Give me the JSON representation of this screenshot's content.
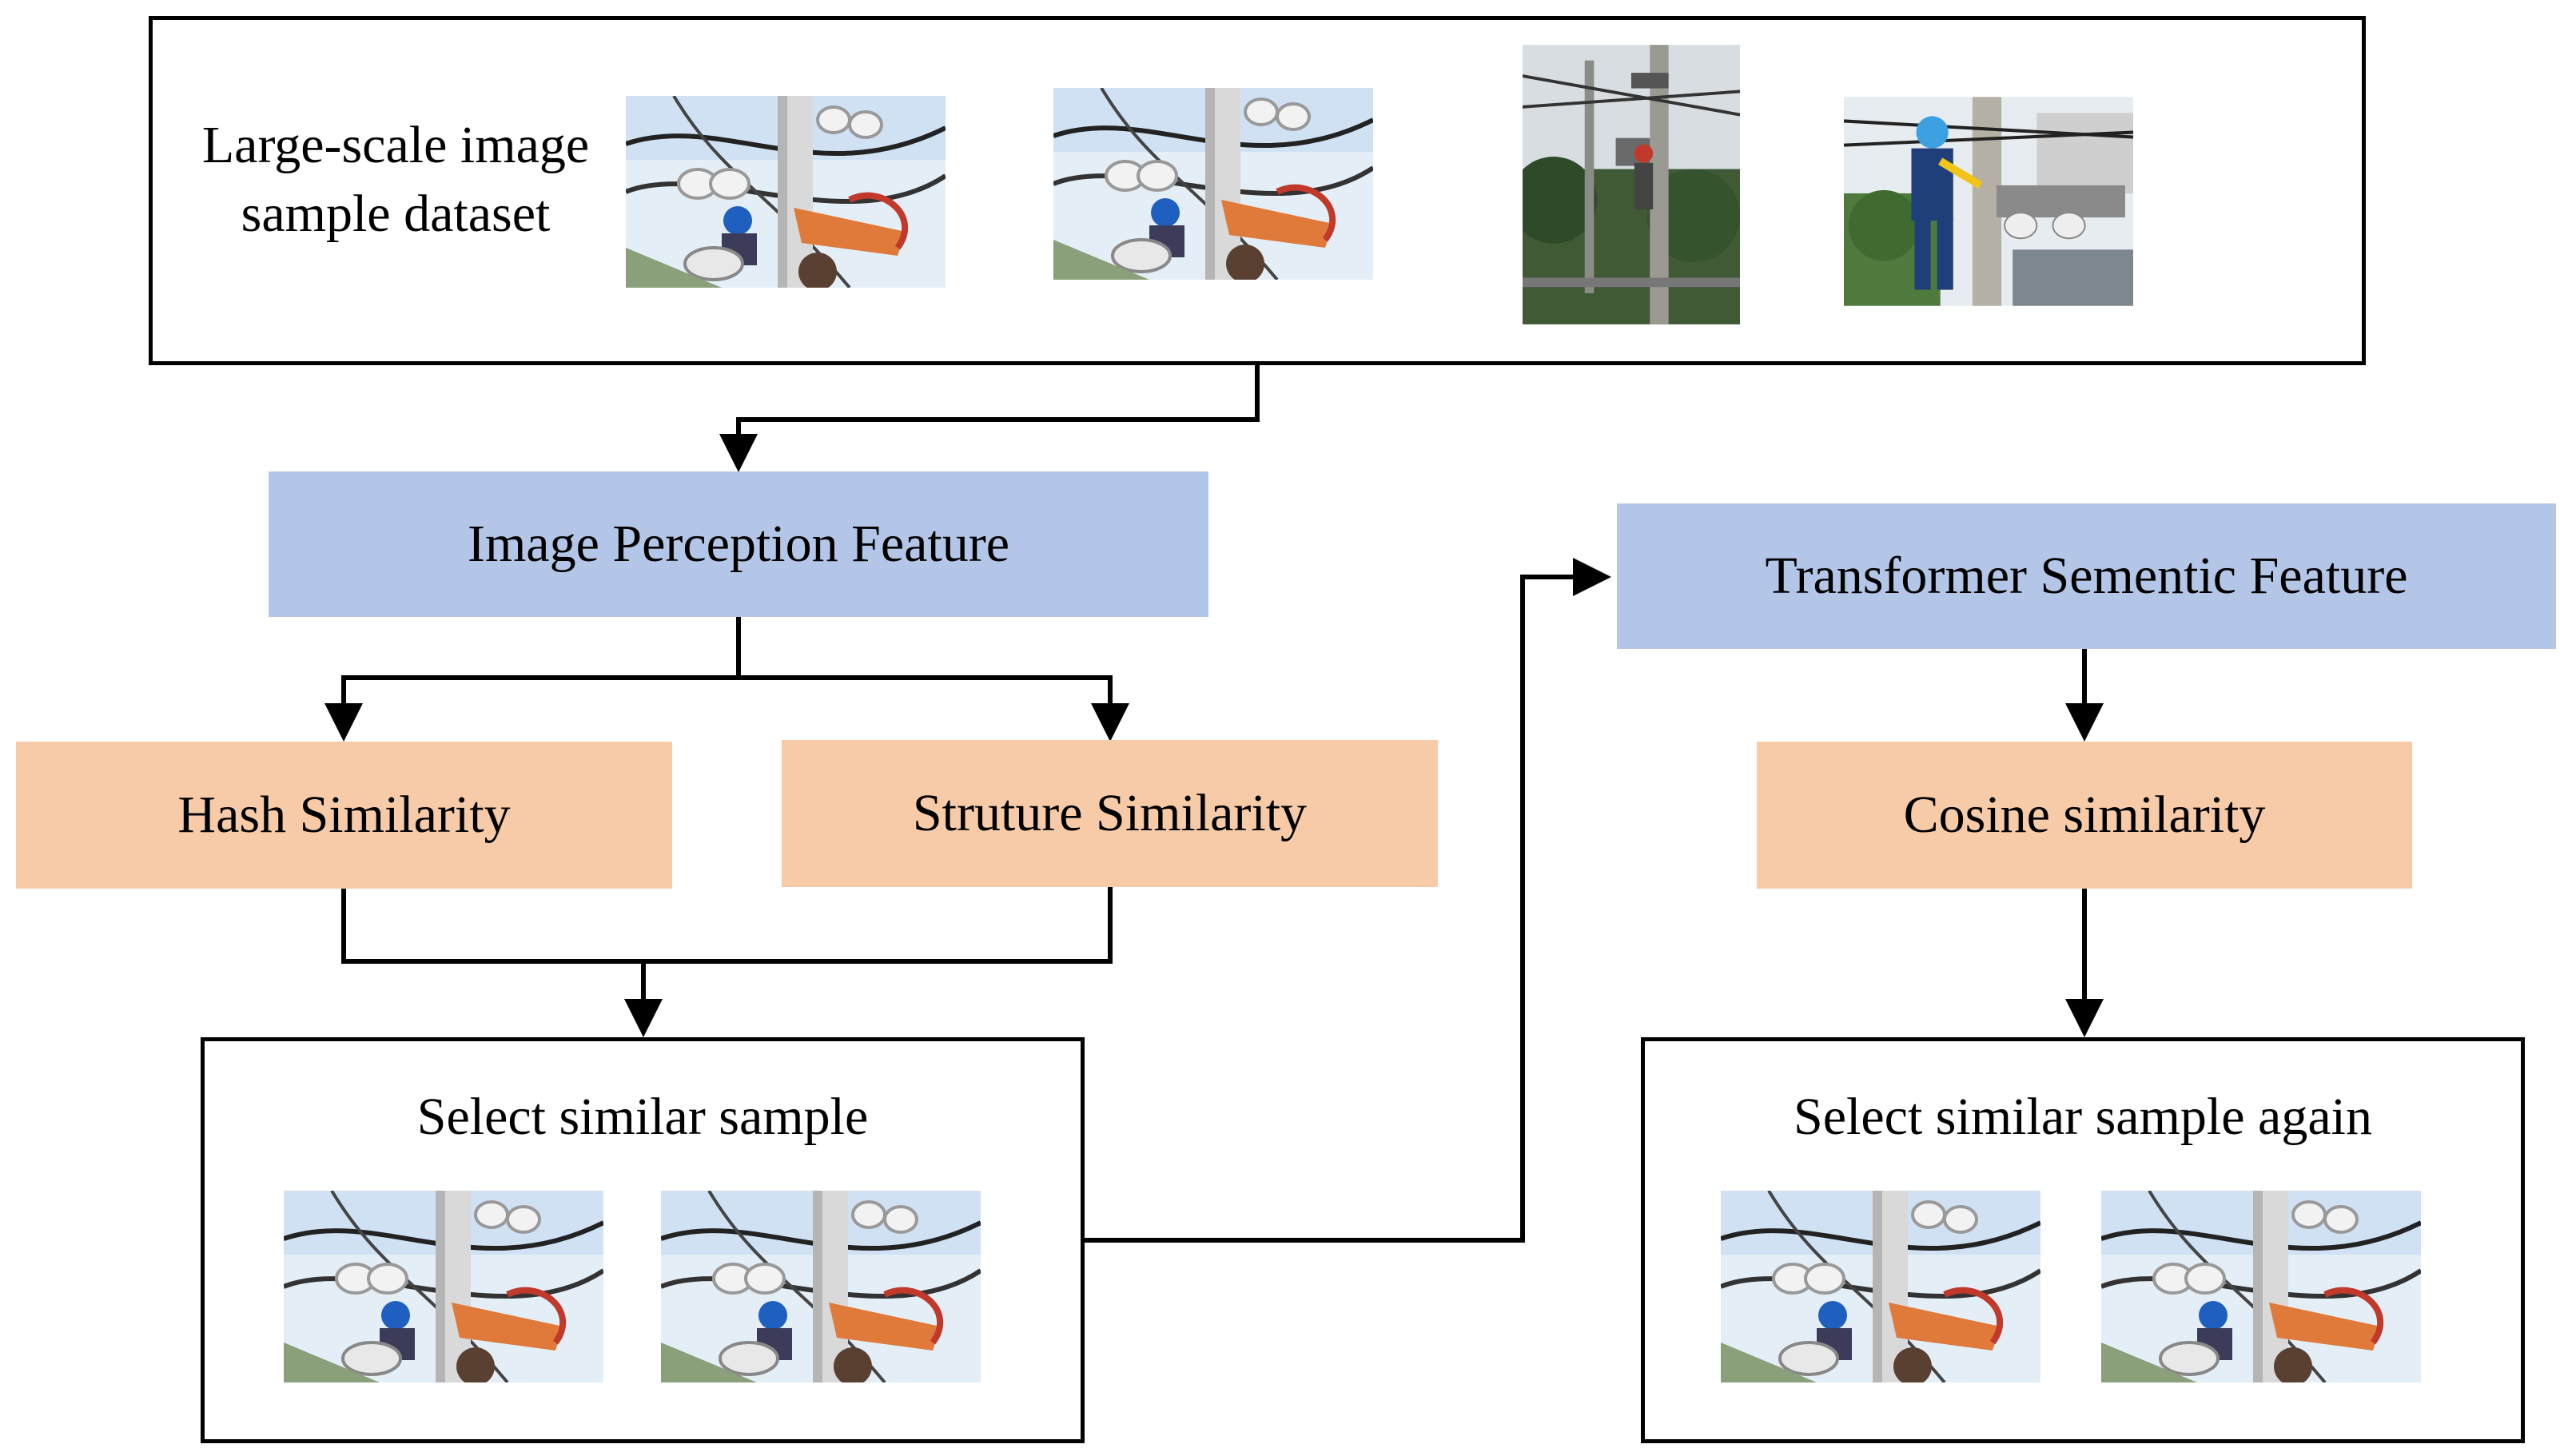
{
  "dataset": {
    "title_line1": "Large-scale image",
    "title_line2": "sample dataset",
    "images": [
      {
        "icon": "pole-insulator-worker-photo"
      },
      {
        "icon": "pole-insulator-worker-photo"
      },
      {
        "icon": "utility-pole-climber-photo"
      },
      {
        "icon": "lineman-on-pole-photo"
      }
    ]
  },
  "image_perception_feature": "Image Perception Feature",
  "hash_similarity": "Hash Similarity",
  "structure_similarity": "Struture Similarity",
  "select_similar_sample": {
    "title": "Select similar sample",
    "images": [
      {
        "icon": "pole-insulator-worker-photo"
      },
      {
        "icon": "pole-insulator-worker-photo"
      }
    ]
  },
  "transformer_semantic_feature": "Transformer Sementic Feature",
  "cosine_similarity": "Cosine similarity",
  "select_similar_sample_again": {
    "title": "Select similar sample again",
    "images": [
      {
        "icon": "pole-insulator-worker-photo"
      },
      {
        "icon": "pole-insulator-worker-photo"
      }
    ]
  },
  "colors": {
    "feature_box": "#b4c6e7",
    "similarity_box": "#f7cba8",
    "line": "#000000"
  }
}
